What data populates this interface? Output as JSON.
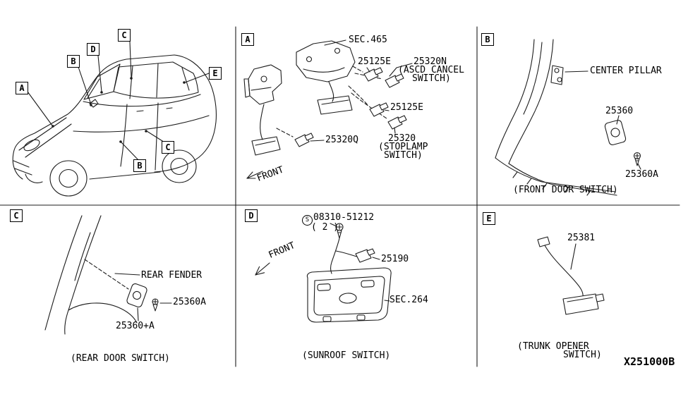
{
  "drawing_code": "X251000B",
  "callouts": {
    "car_a": "A",
    "car_b": "B",
    "car_c_top": "C",
    "car_d": "D",
    "car_e": "E",
    "car_c_bottom": "C",
    "car_b_bottom": "B",
    "panel_a": "A",
    "panel_b": "B",
    "panel_c": "C",
    "panel_d": "D",
    "panel_e": "E"
  },
  "panel_a": {
    "section_ref": "SEC.465",
    "part_25125e_upper": "25125E",
    "part_25320n": "25320N",
    "part_25320n_name_line1": "(ASCD CANCEL",
    "part_25320n_name_line2": "SWITCH)",
    "part_25125e_lower": "25125E",
    "part_25320": "25320",
    "part_25320_name_line1": "(STOPLAMP",
    "part_25320_name_line2": "SWITCH)",
    "part_25320q": "25320Q",
    "front_label": "FRONT"
  },
  "panel_b": {
    "center_pillar_label": "CENTER PILLAR",
    "part_25360": "25360",
    "part_25360a": "25360A",
    "caption": "(FRONT DOOR SWITCH)"
  },
  "panel_c": {
    "rear_fender_label": "REAR FENDER",
    "part_25360a": "25360A",
    "part_25360_plus_a": "25360+A",
    "caption": "(REAR DOOR SWITCH)"
  },
  "panel_d": {
    "screw_symbol": "S",
    "part_08310": "08310-51212",
    "screw_qty": "( 2 )",
    "part_25190": "25190",
    "section_ref": "SEC.264",
    "front_label": "FRONT",
    "caption": "(SUNROOF SWITCH)"
  },
  "panel_e": {
    "part_25381": "25381",
    "caption_line1": "(TRUNK OPENER",
    "caption_line2": "SWITCH)"
  }
}
